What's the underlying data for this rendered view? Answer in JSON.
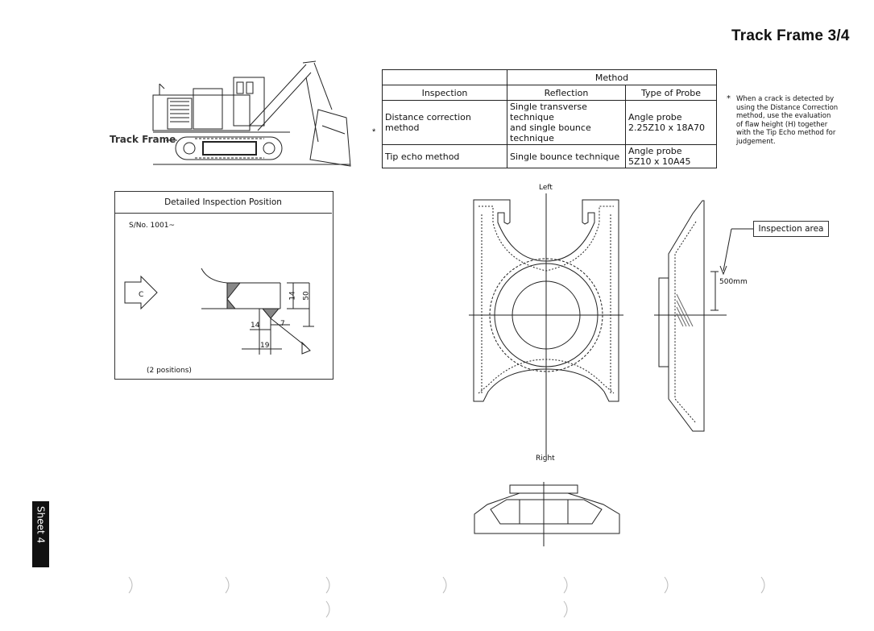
{
  "header": {
    "title": "Track Frame 3/4"
  },
  "machine": {
    "label": "Track Frame"
  },
  "method_table": {
    "group_header": "Method",
    "headers": [
      "Inspection",
      "Reflection",
      "Type of Probe"
    ],
    "rows": [
      {
        "inspection": "Distance correction method",
        "reflection_1": "Single transverse technique",
        "reflection_2": "and single bounce technique",
        "probe_1": "Angle probe",
        "probe_2": "2.25Z10 x 18A70"
      },
      {
        "marker": "*",
        "inspection": "Tip echo method",
        "reflection_1": "Single bounce technique",
        "probe_1": "Angle probe",
        "probe_2": "5Z10 x 10A45"
      }
    ]
  },
  "note": {
    "star": "*",
    "lines": [
      "When a crack is detected by",
      "using the Distance Correction",
      "method, use the evaluation",
      "of flaw height (H) together",
      "with the Tip Echo method for",
      "judgement."
    ]
  },
  "detail": {
    "header": "Detailed Inspection Position",
    "serial": "S/No. 1001~",
    "view_label": "C",
    "dims": {
      "d14a": "14",
      "d50": "50",
      "d14b": "14",
      "d7": "7",
      "d19": "19"
    },
    "positions": "(2 positions)"
  },
  "frame_view": {
    "left": "Left",
    "right": "Right",
    "inspection_area": "Inspection area",
    "distance": "500mm"
  },
  "sheet": {
    "label": "Sheet 4"
  }
}
